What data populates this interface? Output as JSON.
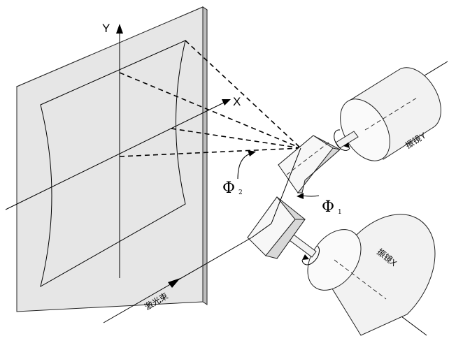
{
  "labels": {
    "y_axis": "Y",
    "x_axis": "X",
    "phi2_symbol": "Φ",
    "phi2_sub": "2",
    "phi1_symbol": "Φ",
    "phi1_sub": "1",
    "galvo_y": "振镜Y",
    "galvo_x": "振镜X",
    "laser_beam": "激光束"
  }
}
